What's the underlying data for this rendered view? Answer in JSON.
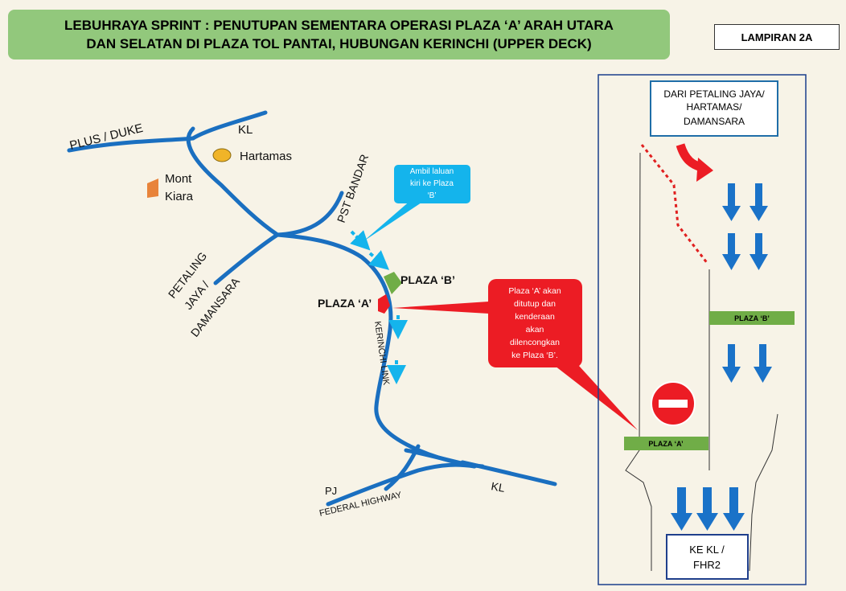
{
  "title": {
    "line1": "LEBUHRAYA SPRINT : PENUTUPAN SEMENTARA OPERASI PLAZA ‘A’ ARAH UTARA",
    "line2": "DAN SELATAN DI PLAZA TOL PANTAI, HUBUNGAN KERINCHI (UPPER DECK)"
  },
  "lampiran": "LAMPIRAN 2A",
  "map": {
    "plus_duke": "PLUS / DUKE",
    "kl_top": "KL",
    "hartamas": "Hartamas",
    "mont": "Mont",
    "kiara": "Kiara",
    "pst_bandar": "PST BANDAR",
    "petaling": "PETALING",
    "jaya": "JAYA /",
    "damansara": "DAMANSARA",
    "plaza_a": "PLAZA ‘A’",
    "plaza_b": "PLAZA ‘B’",
    "kerinchi_link": "KERINCHI LINK",
    "pj": "PJ",
    "federal_highway": "FEDERAL HIGHWAY",
    "kl_bottom": "KL"
  },
  "callout_blue": [
    "Ambil laluan",
    "kiri ke Plaza",
    "‘B’"
  ],
  "callout_red": [
    "Plaza ‘A’ akan",
    "ditutup dan",
    "kenderaan",
    "akan",
    "dilencongkan",
    "ke Plaza ‘B’."
  ],
  "inset": {
    "from_lines": [
      "DARI PETALING JAYA/",
      "HARTAMAS/",
      "DAMANSARA"
    ],
    "plaza_b": "PLAZA ‘B’",
    "plaza_a": "PLAZA ‘A’",
    "to_lines": [
      "KE KL /",
      "FHR2"
    ]
  },
  "colors": {
    "road": "#1a6fc0",
    "title_bg": "#92c87c",
    "callout_blue": "#14b4ec",
    "callout_red": "#ec1c24",
    "plaza_green": "#70ad47",
    "arrow_blue": "#1a72c8",
    "hartamas_marker": "#f0b428",
    "mont_kiara_marker": "#e8833a"
  }
}
